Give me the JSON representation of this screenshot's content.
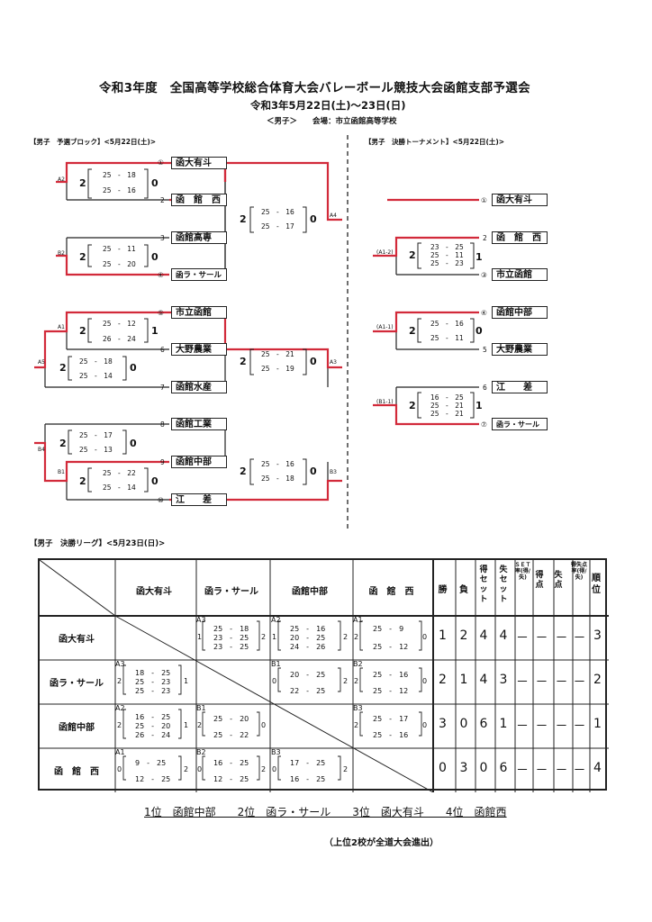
{
  "title": "令和3年度　全国高等学校総合体育大会バレーボール競技大会函館支部予選会",
  "dates": "令和3年5月22日(土)～23日(日)",
  "venue": "＜男子＞　　会場：市立函館高等学校",
  "prelim": {
    "heading": "【男子　予選ブロック】<5月22日(土)>",
    "teams": [
      {
        "seed": "①",
        "name": "函大有斗"
      },
      {
        "seed": "2",
        "name": "函　館　西"
      },
      {
        "seed": "3",
        "name": "函館高専"
      },
      {
        "seed": "④",
        "name": "函ラ・サール"
      },
      {
        "seed": "⑤",
        "name": "市立函館"
      },
      {
        "seed": "6",
        "name": "大野農業"
      },
      {
        "seed": "7",
        "name": "函館水産"
      },
      {
        "seed": "8",
        "name": "函館工業"
      },
      {
        "seed": "9",
        "name": "函館中部"
      },
      {
        "seed": "⑩",
        "name": "江　　差"
      }
    ],
    "matches": [
      {
        "tag": "A2",
        "left": "2",
        "right": "0",
        "sets": [
          "25　-　18",
          "25　-　16"
        ]
      },
      {
        "tag": "B2",
        "left": "2",
        "right": "0",
        "sets": [
          "25　-　11",
          "25　-　20"
        ]
      },
      {
        "tag": "A4",
        "left": "2",
        "right": "0",
        "sets": [
          "25　-　16",
          "25　-　17"
        ]
      },
      {
        "tag": "A1",
        "left": "2",
        "right": "1",
        "sets": [
          "25　-　12",
          "26　-　24"
        ]
      },
      {
        "tag": "A5",
        "left": "2",
        "right": "0",
        "sets": [
          "25　-　18",
          "25　-　14"
        ]
      },
      {
        "tag": "A3",
        "left": "2",
        "right": "0",
        "sets": [
          "25　-　21",
          "25　-　19"
        ]
      },
      {
        "tag": "B4",
        "left": "2",
        "right": "0",
        "sets": [
          "25　-　17",
          "25　-　13"
        ]
      },
      {
        "tag": "B1",
        "left": "2",
        "right": "0",
        "sets": [
          "25　-　22",
          "25　-　14"
        ]
      },
      {
        "tag": "B3",
        "left": "2",
        "right": "0",
        "sets": [
          "25　-　16",
          "25　-　18"
        ]
      }
    ]
  },
  "final_tournament": {
    "heading": "【男子　決勝トーナメント】<5月22日(土)>",
    "teams": [
      {
        "seed": "①",
        "name": "函大有斗"
      },
      {
        "seed": "2",
        "name": "函　館　西"
      },
      {
        "seed": "③",
        "name": "市立函館"
      },
      {
        "seed": "④",
        "name": "函館中部"
      },
      {
        "seed": "5",
        "name": "大野農業"
      },
      {
        "seed": "6",
        "name": "江　　差"
      },
      {
        "seed": "⑦",
        "name": "函ラ・サール"
      }
    ],
    "matches": [
      {
        "tag": "(A1-2)",
        "left": "2",
        "right": "1",
        "sets": [
          "23　-　25",
          "25　-　11",
          "25　-　23"
        ]
      },
      {
        "tag": "(A1-1)",
        "left": "2",
        "right": "0",
        "sets": [
          "25　-　16",
          "25　-　11"
        ]
      },
      {
        "tag": "(B1-1)",
        "left": "2",
        "right": "1",
        "sets": [
          "16　-　25",
          "25　-　21",
          "25　-　21"
        ]
      }
    ]
  },
  "league": {
    "heading": "【男子　決勝リーグ】<5月23日(日)>",
    "cols": [
      "函大有斗",
      "函ラ・サール",
      "函館中部",
      "函　館　西"
    ],
    "stat_heads": [
      "勝",
      "負",
      "得セット",
      "失セット",
      "ＳＥＴ率(得/失)",
      "得点",
      "失点",
      "得失点率(得/失)",
      "順位"
    ],
    "rows": [
      {
        "team": "函大有斗",
        "stats": [
          "1",
          "2",
          "4",
          "4",
          "－",
          "－",
          "－",
          "－",
          "3"
        ]
      },
      {
        "team": "函ラ・サール",
        "stats": [
          "2",
          "1",
          "4",
          "3",
          "－",
          "－",
          "－",
          "－",
          "2"
        ]
      },
      {
        "team": "函館中部",
        "stats": [
          "3",
          "0",
          "6",
          "1",
          "－",
          "－",
          "－",
          "－",
          "1"
        ]
      },
      {
        "team": "函　館　西",
        "stats": [
          "0",
          "3",
          "0",
          "6",
          "－",
          "－",
          "－",
          "－",
          "4"
        ]
      }
    ],
    "results": [
      {
        "tag": "A3",
        "l": "1",
        "r": "2",
        "sets": [
          "25　-　18",
          "23　-　25",
          "23　-　25"
        ]
      },
      {
        "tag": "A2",
        "l": "1",
        "r": "2",
        "sets": [
          "25　-　16",
          "20　-　25",
          "24　-　26"
        ]
      },
      {
        "tag": "A1",
        "l": "2",
        "r": "0",
        "sets": [
          "25　-　9",
          "25　-　12"
        ]
      },
      {
        "tag": "A3",
        "l": "2",
        "r": "1",
        "sets": [
          "18　-　25",
          "25　-　23",
          "25　-　23"
        ]
      },
      {
        "tag": "B1",
        "l": "0",
        "r": "2",
        "sets": [
          "20　-　25",
          "22　-　25"
        ]
      },
      {
        "tag": "B2",
        "l": "2",
        "r": "0",
        "sets": [
          "25　-　16",
          "25　-　12"
        ]
      },
      {
        "tag": "A2",
        "l": "2",
        "r": "1",
        "sets": [
          "16　-　25",
          "25　-　20",
          "26　-　24"
        ]
      },
      {
        "tag": "B1",
        "l": "2",
        "r": "0",
        "sets": [
          "25　-　20",
          "25　-　22"
        ]
      },
      {
        "tag": "B3",
        "l": "2",
        "r": "0",
        "sets": [
          "25　-　17",
          "25　-　16"
        ]
      },
      {
        "tag": "A1",
        "l": "0",
        "r": "2",
        "sets": [
          "9　-　25",
          "12　-　25"
        ]
      },
      {
        "tag": "B2",
        "l": "0",
        "r": "2",
        "sets": [
          "16　-　25",
          "12　-　25"
        ]
      },
      {
        "tag": "B3",
        "l": "0",
        "r": "2",
        "sets": [
          "17　-　25",
          "16　-　25"
        ]
      }
    ]
  },
  "ranking": "1位　函館中部　　2位　函ラ・サール　　3位　函大有斗　　4位　函館西",
  "note": "（上位2校が全道大会進出）"
}
